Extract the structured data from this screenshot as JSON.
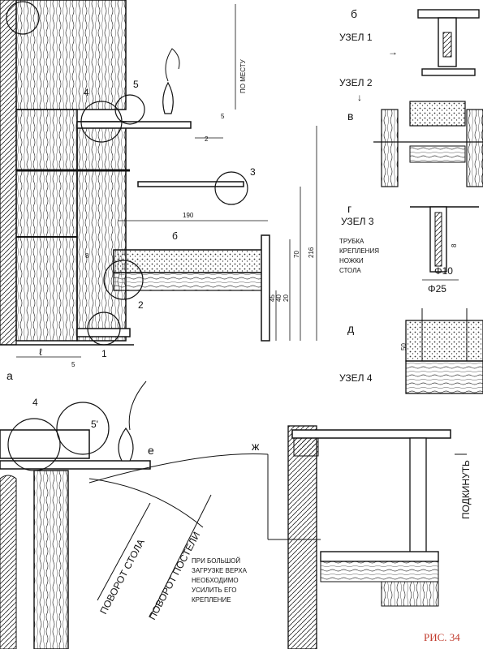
{
  "figure_label": "РИС. 34",
  "panel_letters": {
    "a": "а",
    "b": "б",
    "v": "в",
    "g": "г",
    "d": "д",
    "e": "е",
    "zh": "ж"
  },
  "nodes": {
    "node1": "УЗЕЛ   1",
    "node2": "УЗЕЛ   2",
    "node3": "УЗЕЛ   3",
    "node4": "УЗЕЛ   4"
  },
  "callout_numbers": [
    "1",
    "2",
    "3",
    "4",
    "5",
    "5'",
    "б"
  ],
  "dimensions": {
    "po_mestu": "ПО МЕСТУ",
    "d190": "190",
    "d70": "70",
    "d216": "216",
    "d45": "45",
    "d40": "40",
    "d20": "20",
    "d5a": "5",
    "d5b": "5",
    "d8": "8",
    "d50": "50",
    "d2": "2",
    "l": "ℓ",
    "phi10": "Φ10",
    "phi25": "Φ25"
  },
  "notes": {
    "tube_line1": "ТРУБКА",
    "tube_line2": "КРЕПЛЕНИЯ",
    "tube_line3": "НОЖКИ",
    "tube_line4": "СТОЛА",
    "load_line1": "ПРИ БОЛЬШОЙ",
    "load_line2": "ЗАГРУЗКЕ ВЕРХА",
    "load_line3": "НЕОБХОДИМО",
    "load_line4": "УСИЛИТЬ ЕГО",
    "load_line5": "КРЕПЛЕНИЕ",
    "table_rotation": "ПОВОРОТ СТОЛА",
    "bed_rotation": "ПОВОРОТ ПОСТЕЛИ",
    "pull": "ПОДКИНУТЬ"
  },
  "colors": {
    "ink": "#111111",
    "figure_label": "#c0392b",
    "wood": "#6b5b4b"
  }
}
